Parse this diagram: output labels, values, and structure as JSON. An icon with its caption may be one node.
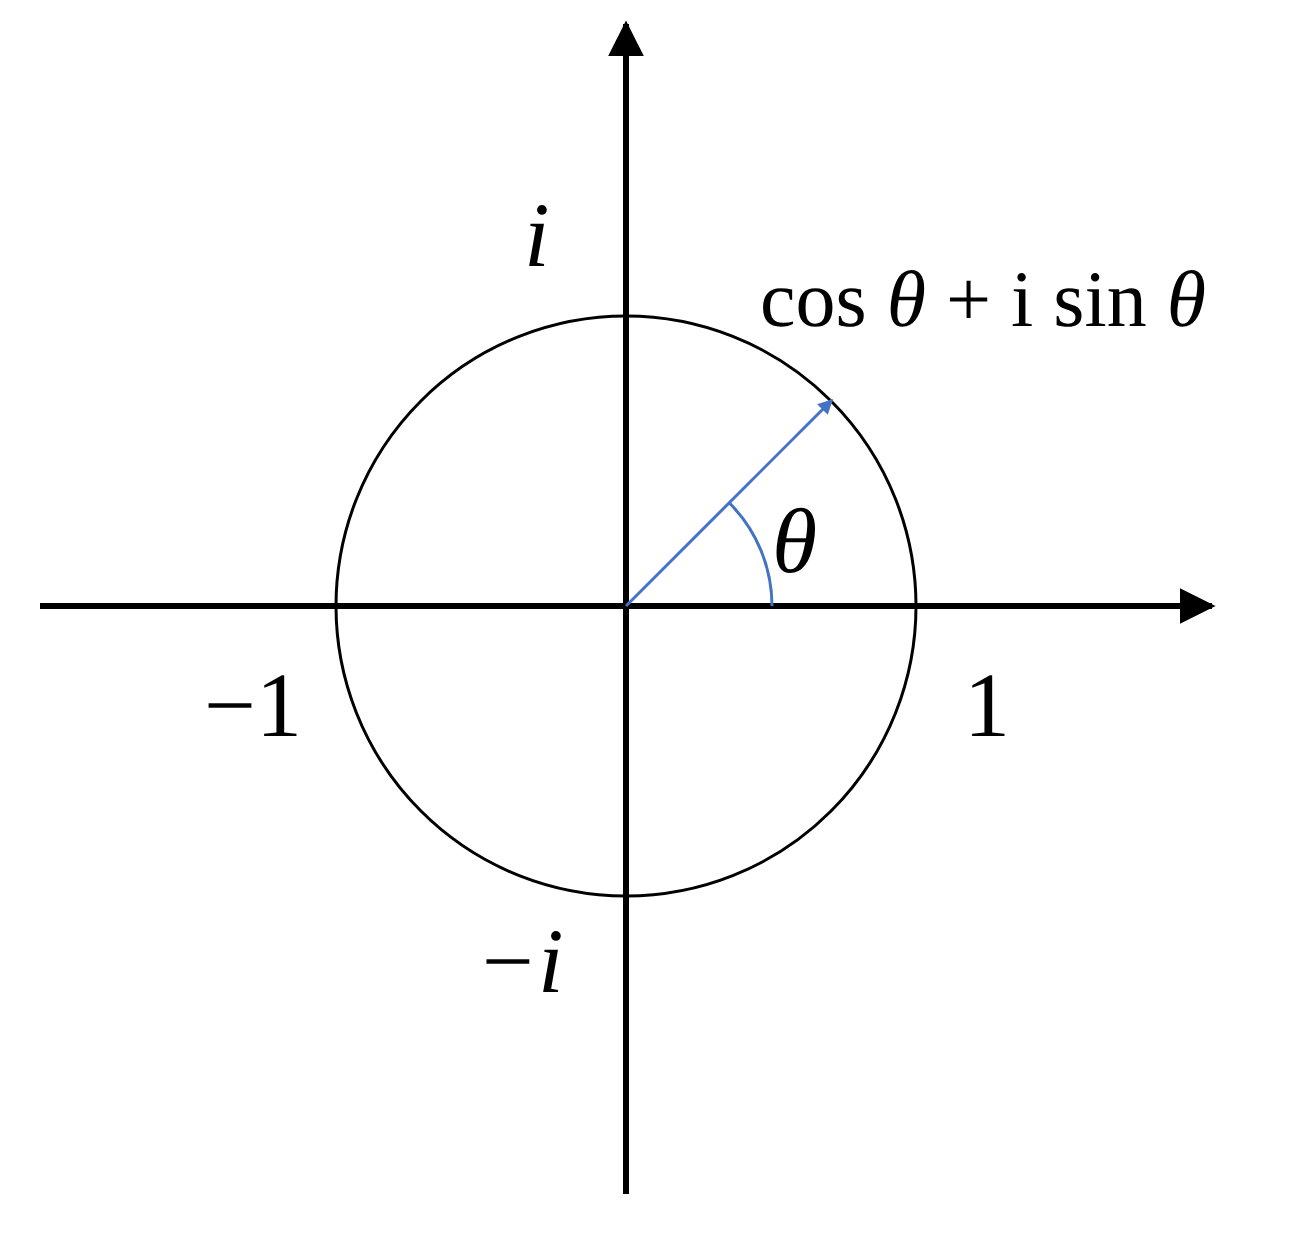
{
  "diagram": {
    "labels": [
      "i",
      "cos *θ* + i sin *θ*",
      "θ",
      "−1",
      "1",
      "−i"
    ]
  }
}
